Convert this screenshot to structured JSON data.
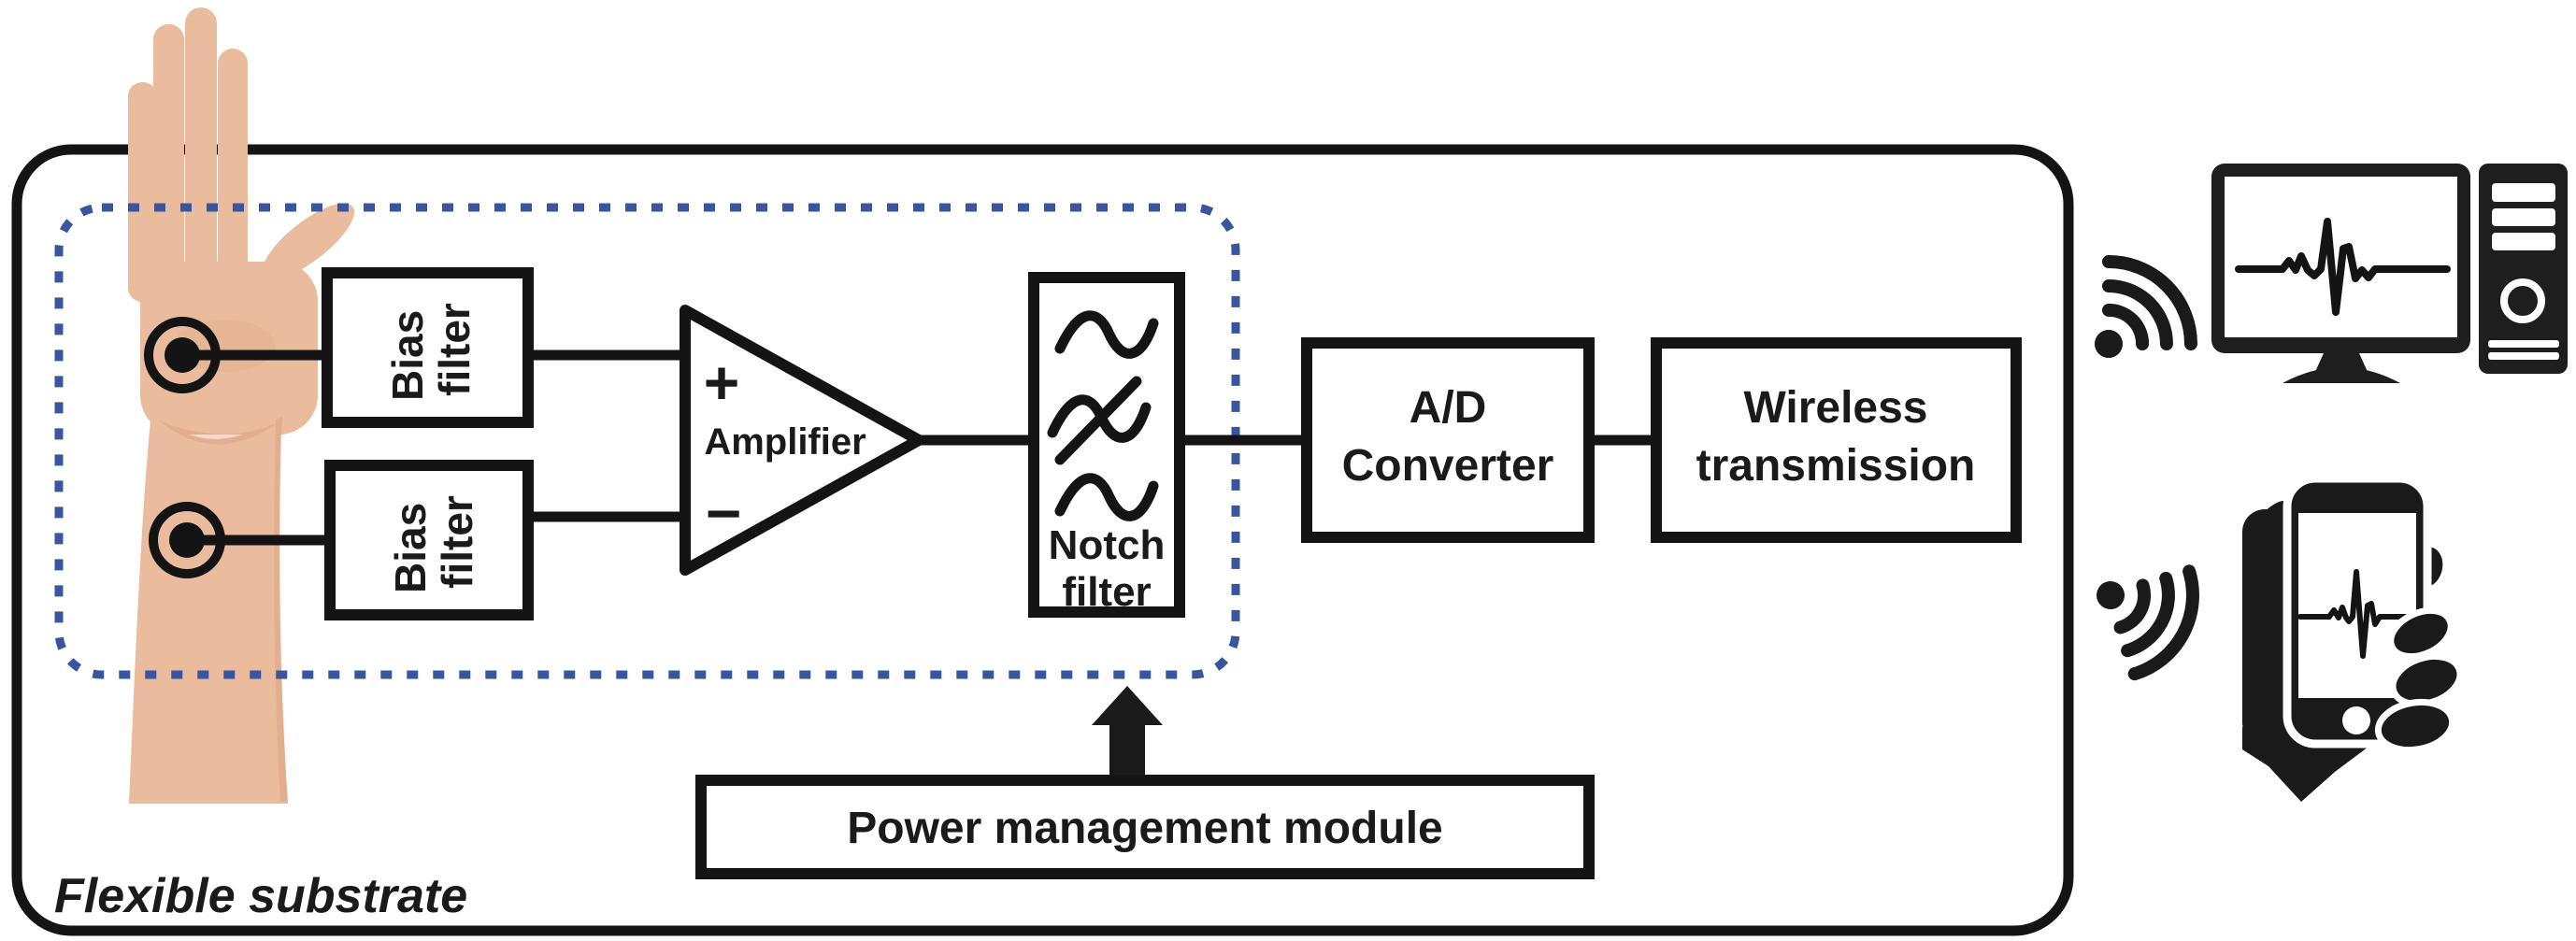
{
  "diagram": {
    "substrate_label": "Flexible substrate",
    "blocks": {
      "bias_filter_top": {
        "line1": "Bias",
        "line2": "filter"
      },
      "bias_filter_bottom": {
        "line1": "Bias",
        "line2": "filter"
      },
      "amplifier": {
        "label": "Amplifier",
        "plus": "+",
        "minus": "−"
      },
      "notch_filter": {
        "line1": "Notch",
        "line2": "filter"
      },
      "ad_converter": {
        "line1": "A/D",
        "line2": "Converter"
      },
      "wireless_transmission": {
        "line1": "Wireless",
        "line2": "transmission"
      },
      "power_management": {
        "label": "Power management module"
      }
    },
    "icons": {
      "arm": "arm-with-electrodes-photo",
      "electrode": "electrode-contact-icon",
      "notch_waves": "sine-waves-notch-icon",
      "up_arrow": "up-arrow-icon",
      "wifi_top": "wifi-signal-icon",
      "wifi_bottom": "wifi-signal-icon",
      "monitor": "desktop-monitor-ecg-icon",
      "tower": "computer-tower-icon",
      "phone": "hand-holding-phone-ecg-icon"
    },
    "colors": {
      "ink": "#1a1a1a",
      "dashed_border": "#3a55a0",
      "skin": "#eabb9c",
      "skin_shadow": "#d29b79",
      "background": "#ffffff"
    }
  }
}
